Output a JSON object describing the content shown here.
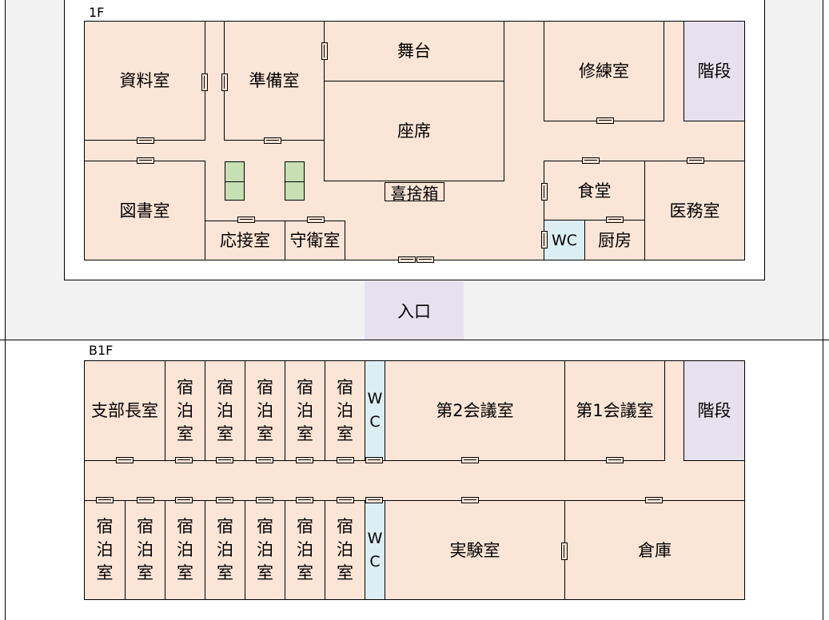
{
  "floors": {
    "f1": {
      "label": "1F",
      "rooms": {
        "shiryoshitsu": "資料室",
        "junbishitsu": "準備室",
        "butai": "舞台",
        "zaseki": "座席",
        "shurenshitsu": "修練室",
        "kaidan": "階段",
        "toshoshitsu": "図書室",
        "osetsushitsu": "応接室",
        "shueishitsu": "守衛室",
        "kishabako": "喜捨箱",
        "shokudo": "食堂",
        "wc": "WC",
        "chubo": "厨房",
        "imushitsu": "医務室"
      },
      "entrance": "入口"
    },
    "b1": {
      "label": "B1F",
      "rooms": {
        "shibuchoshitsu": "支部長室",
        "shukuhakushitsu": "宿\n泊\n室",
        "wc": "W\nC",
        "dai2kaigishitsu": "第2会議室",
        "dai1kaigishitsu": "第1会議室",
        "kaidan": "階段",
        "jikkenshitsu": "実験室",
        "soko": "倉庫"
      }
    }
  },
  "colors": {
    "room": "#fbe5d6",
    "stairs": "#e7e1ef",
    "wc": "#dbeef4",
    "plant": "#c6e0b4",
    "outer_area": "#f2f2f2"
  }
}
